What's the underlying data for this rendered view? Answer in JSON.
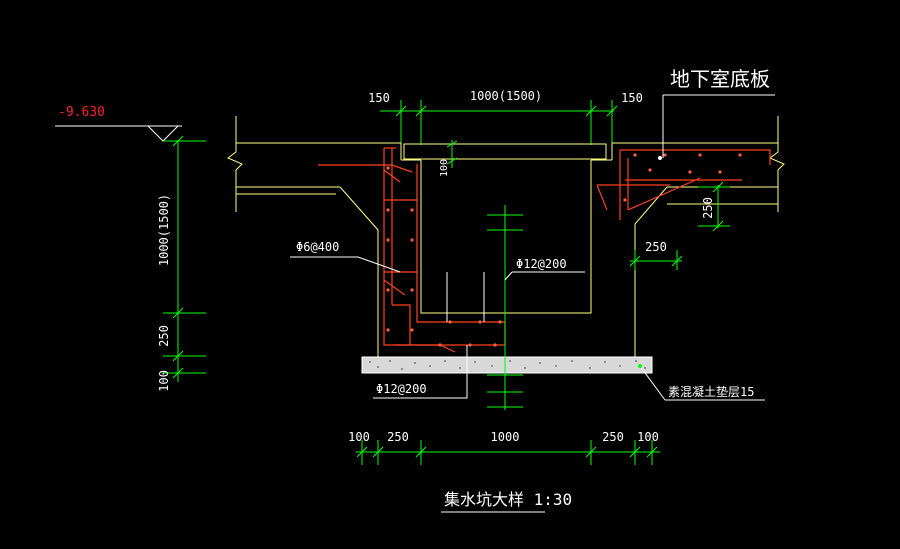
{
  "colors": {
    "background": "#000000",
    "dimension": "#00ff00",
    "outline": "#ffff80",
    "rebar": "#ff4020",
    "elevation": "#ff2020",
    "text": "#ffffff",
    "concrete_fill": "#d8d8d8"
  },
  "labels": {
    "slab_name": "地下室底板",
    "cushion_layer": "素混凝土垫层15",
    "rebar_stirrup": "Φ6@400",
    "rebar_wall": "Φ12@200",
    "rebar_bottom": "Φ12@200",
    "title": "集水坑大样 1:30"
  },
  "elevation": {
    "value": "-9.630"
  },
  "dimensions": {
    "top_left": "150",
    "top_center": "1000(1500)",
    "top_right": "150",
    "left_depth": "1000(1500)",
    "left_base": "250",
    "left_bottom": "100",
    "cover_thickness": "100",
    "slab_right": "250",
    "chamfer_right": "250",
    "bottom_100_left": "100",
    "bottom_250_left": "250",
    "bottom_center": "1000",
    "bottom_250_right": "250",
    "bottom_100_right": "100"
  }
}
